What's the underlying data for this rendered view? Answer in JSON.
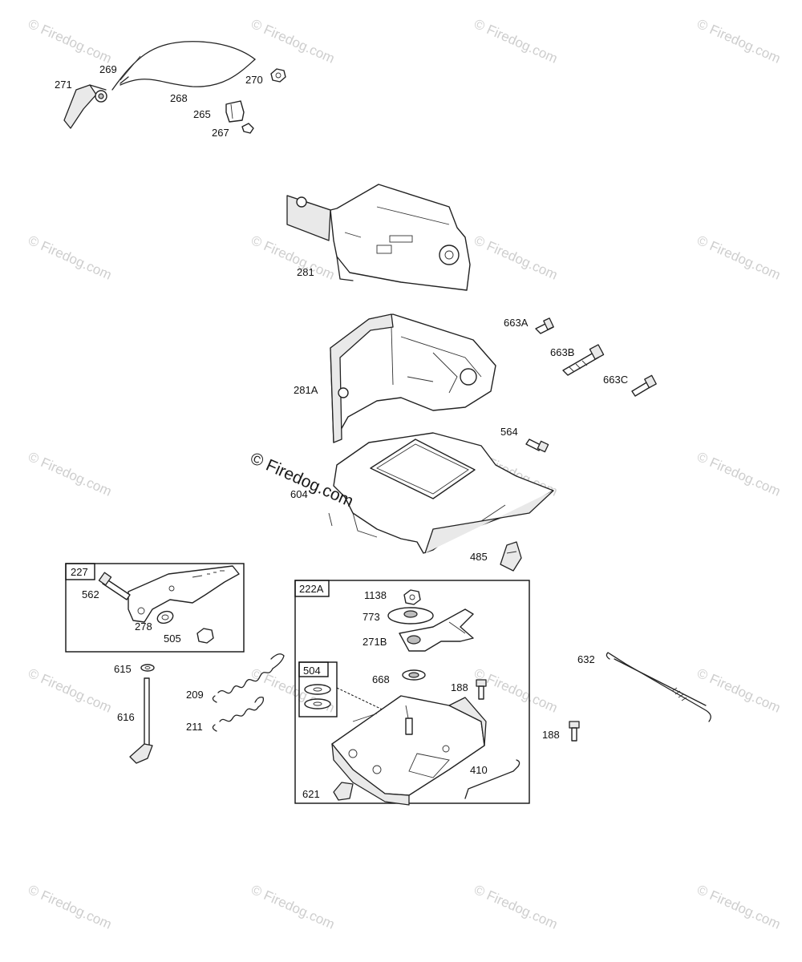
{
  "watermark": {
    "text": "© Firedog.com",
    "center_text": "© Firedog.com"
  },
  "parts": {
    "p269": "269",
    "p271": "271",
    "p268": "268",
    "p270": "270",
    "p265": "265",
    "p267": "267",
    "p281": "281",
    "p281A": "281A",
    "p663A": "663A",
    "p663B": "663B",
    "p663C": "663C",
    "p564": "564",
    "p604": "604",
    "p485": "485",
    "p562": "562",
    "p278": "278",
    "p505": "505",
    "p615": "615",
    "p616": "616",
    "p209": "209",
    "p211": "211",
    "p1138": "1138",
    "p773": "773",
    "p271B": "271B",
    "p668": "668",
    "p188a": "188",
    "p621": "621",
    "p410": "410",
    "p632": "632",
    "p188b": "188"
  },
  "boxes": {
    "b227": "227",
    "b222A": "222A",
    "b504": "504"
  }
}
